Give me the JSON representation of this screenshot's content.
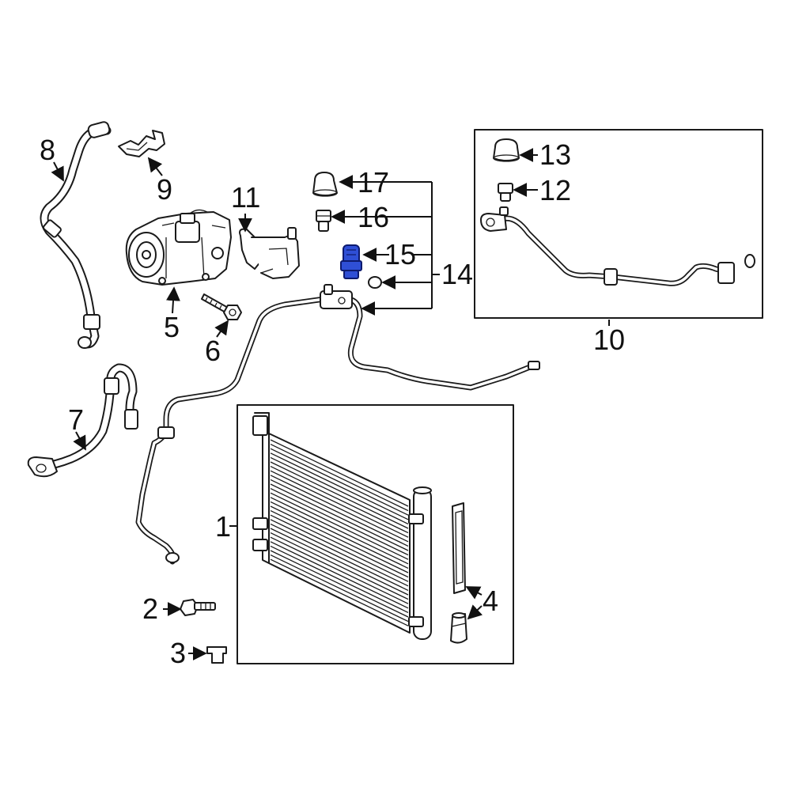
{
  "callouts": {
    "c1": "1",
    "c2": "2",
    "c3": "3",
    "c4": "4",
    "c5": "5",
    "c6": "6",
    "c7": "7",
    "c8": "8",
    "c9": "9",
    "c10": "10",
    "c11": "11",
    "c12": "12",
    "c13": "13",
    "c14": "14",
    "c15": "15",
    "c16": "16",
    "c17": "17"
  },
  "colors": {
    "highlight": "#2f4fd6",
    "line": "#1a1a1a",
    "background": "#ffffff"
  },
  "highlighted_part": "15"
}
